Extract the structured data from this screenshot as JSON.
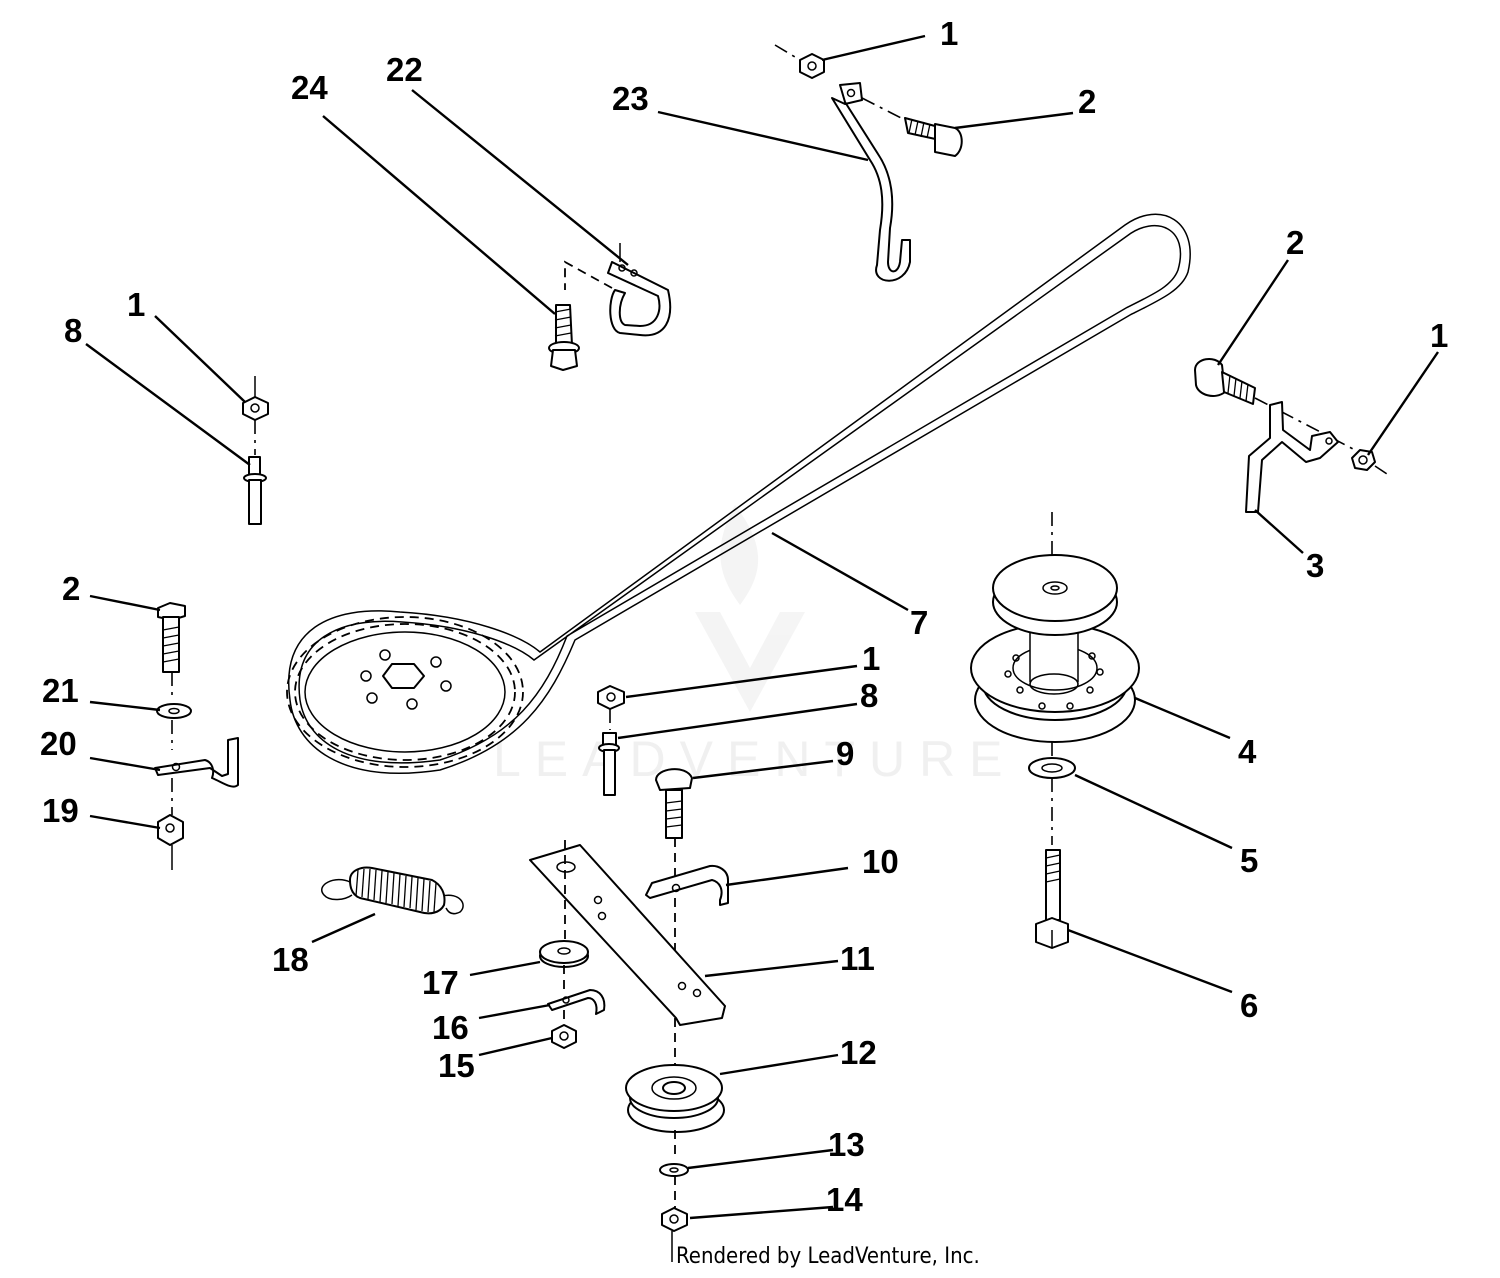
{
  "watermark": {
    "text": "LEADVENTURE"
  },
  "credit": "Rendered by LeadVenture, Inc.",
  "callouts": [
    {
      "id": "c1a",
      "label": "1"
    },
    {
      "id": "c2a",
      "label": "2"
    },
    {
      "id": "c23",
      "label": "23"
    },
    {
      "id": "c22",
      "label": "22"
    },
    {
      "id": "c24",
      "label": "24"
    },
    {
      "id": "c2b",
      "label": "2"
    },
    {
      "id": "c1b",
      "label": "1"
    },
    {
      "id": "c3",
      "label": "3"
    },
    {
      "id": "c1c",
      "label": "1"
    },
    {
      "id": "c8a",
      "label": "8"
    },
    {
      "id": "c7",
      "label": "7"
    },
    {
      "id": "c2c",
      "label": "2"
    },
    {
      "id": "c21",
      "label": "21"
    },
    {
      "id": "c20",
      "label": "20"
    },
    {
      "id": "c19",
      "label": "19"
    },
    {
      "id": "c1d",
      "label": "1"
    },
    {
      "id": "c8b",
      "label": "8"
    },
    {
      "id": "c9",
      "label": "9"
    },
    {
      "id": "c10",
      "label": "10"
    },
    {
      "id": "c11",
      "label": "11"
    },
    {
      "id": "c12",
      "label": "12"
    },
    {
      "id": "c13",
      "label": "13"
    },
    {
      "id": "c14",
      "label": "14"
    },
    {
      "id": "c18",
      "label": "18"
    },
    {
      "id": "c17",
      "label": "17"
    },
    {
      "id": "c16",
      "label": "16"
    },
    {
      "id": "c15",
      "label": "15"
    },
    {
      "id": "c4",
      "label": "4"
    },
    {
      "id": "c5",
      "label": "5"
    },
    {
      "id": "c6",
      "label": "6"
    }
  ]
}
